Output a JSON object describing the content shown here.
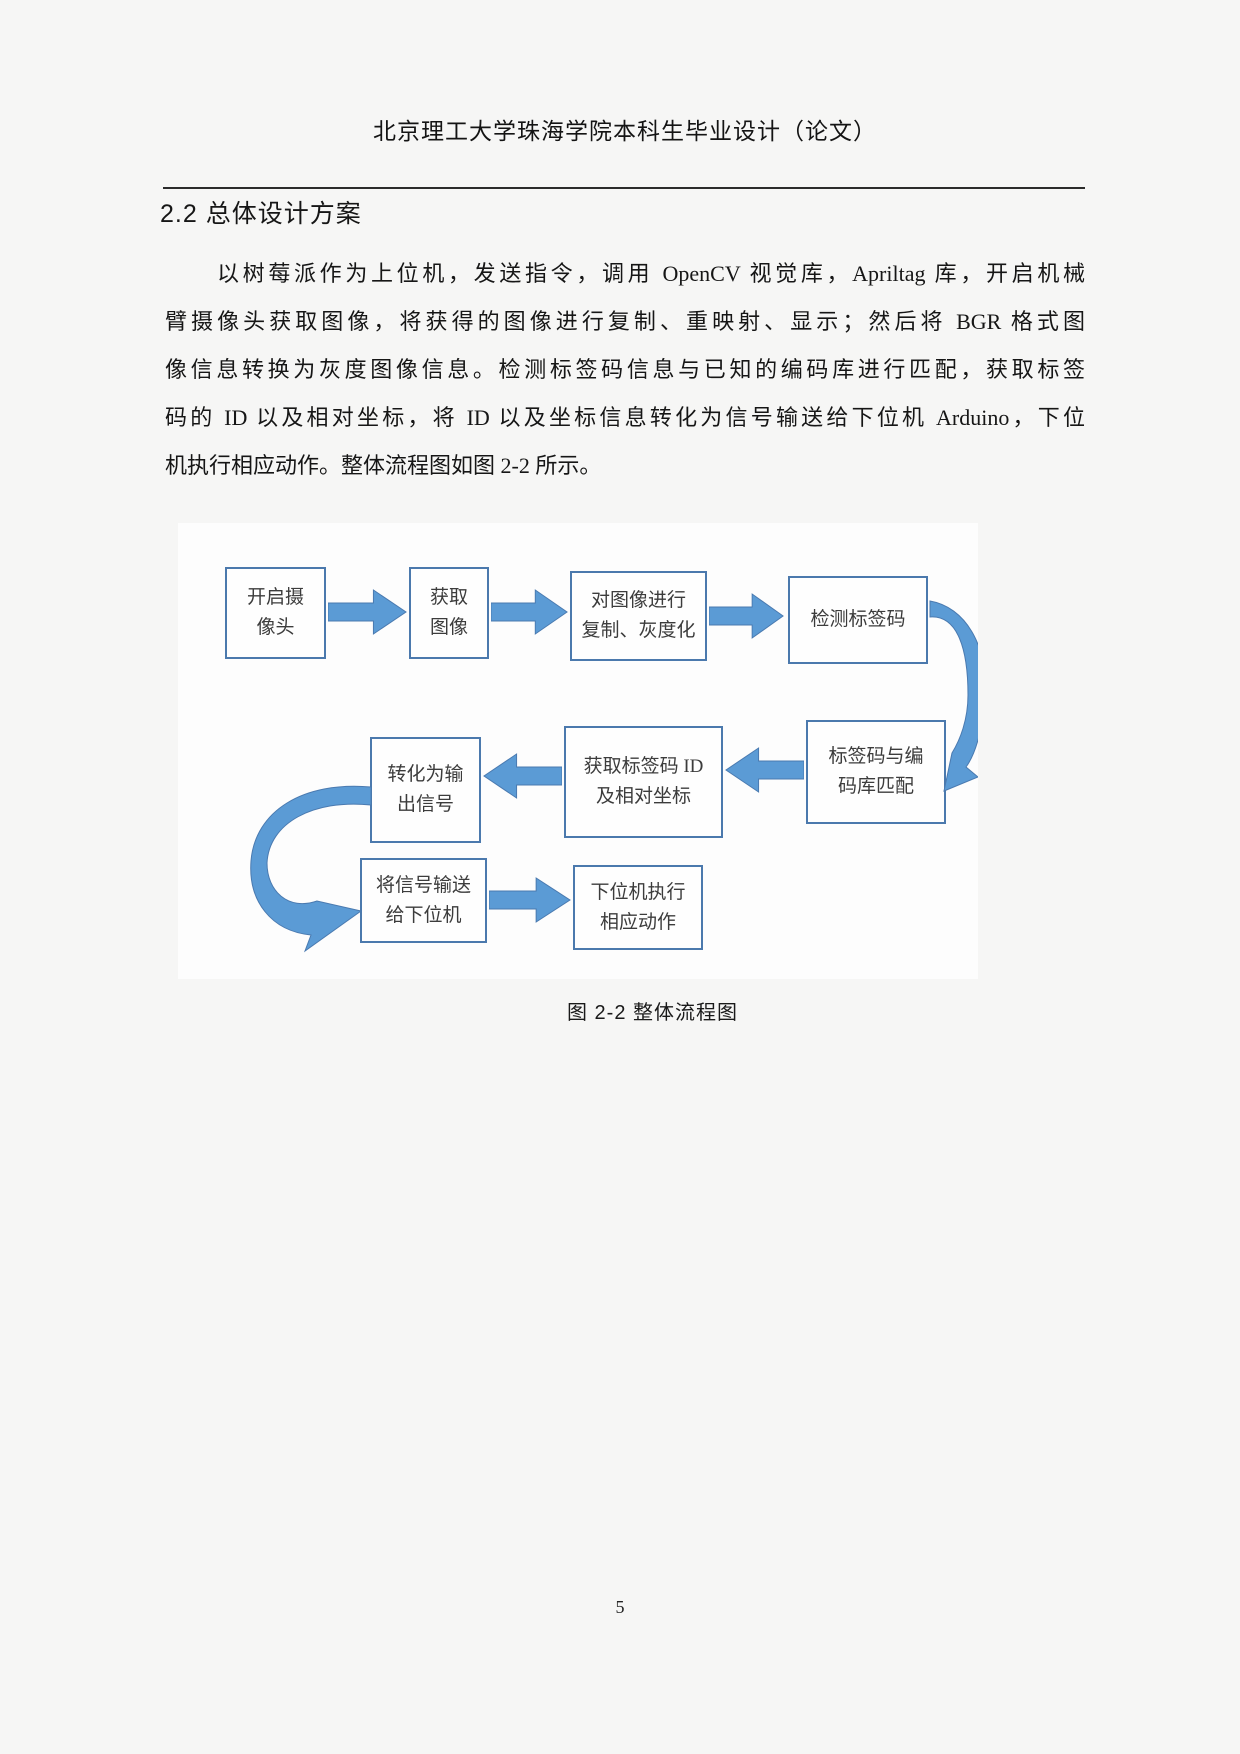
{
  "page": {
    "header": "北京理工大学珠海学院本科生毕业设计（论文）",
    "section_heading": "2.2 总体设计方案",
    "paragraph_lines": [
      "以树莓派作为上位机，发送指令，调用 OpenCV 视觉库，Apriltag 库，开启机械",
      "臂摄像头获取图像，将获得的图像进行复制、重映射、显示；然后将 BGR 格式图",
      "像信息转换为灰度图像信息。检测标签码信息与已知的编码库进行匹配，获取标签",
      "码的 ID 以及相对坐标，将 ID 以及坐标信息转化为信号输送给下位机 Arduino，下位",
      "机执行相应动作。整体流程图如图 2-2 所示。"
    ],
    "figure_caption": "图 2-2 整体流程图",
    "page_number": "5"
  },
  "flowchart": {
    "colors": {
      "arrow_fill": "#5b9bd5",
      "box_border": "#4b79ad"
    },
    "nodes": [
      {
        "id": "open-camera",
        "lines": [
          "开启摄",
          "像头"
        ]
      },
      {
        "id": "capture-image",
        "lines": [
          "获取",
          "图像"
        ]
      },
      {
        "id": "copy-grayscale",
        "lines": [
          "对图像进行",
          "复制、灰度化"
        ]
      },
      {
        "id": "detect-tag",
        "lines": [
          "检测标签码"
        ]
      },
      {
        "id": "match-codebase",
        "lines": [
          "标签码与编",
          "码库匹配"
        ]
      },
      {
        "id": "get-tag-id",
        "lines": [
          "获取标签码 ID",
          "及相对坐标"
        ]
      },
      {
        "id": "convert-signal",
        "lines": [
          "转化为输",
          "出信号"
        ]
      },
      {
        "id": "send-signal",
        "lines": [
          "将信号输送",
          "给下位机"
        ]
      },
      {
        "id": "execute-action",
        "lines": [
          "下位机执行",
          "相应动作"
        ]
      }
    ]
  }
}
